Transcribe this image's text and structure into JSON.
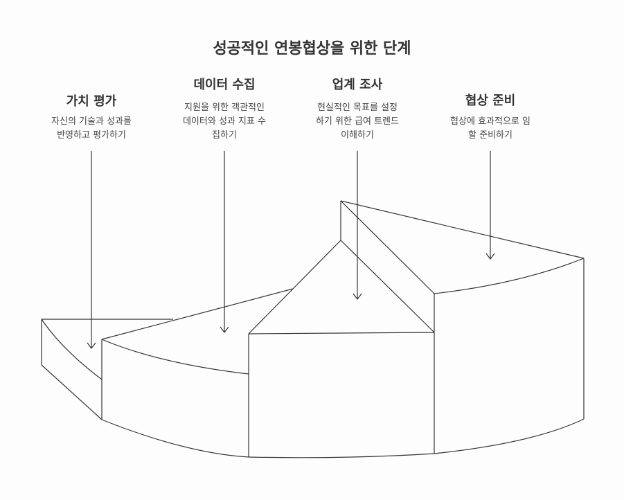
{
  "title": "성공적인 연봉협상을 위한 단계",
  "steps": [
    {
      "title": "가치 평가",
      "desc_lines": [
        "자신의 기술과 성과를",
        "반영하고 평가하기"
      ]
    },
    {
      "title": "데이터 수집",
      "desc_lines": [
        "지원을 위한 객관적인",
        "데이터와 성과 지표 수",
        "집하기"
      ]
    },
    {
      "title": "업계 조사",
      "desc_lines": [
        "현실적인 목표를 설정",
        "하기 위한 급여 트렌드",
        "이해하기"
      ]
    },
    {
      "title": "협상 준비",
      "desc_lines": [
        "협상에 효과적으로 임",
        "할 준비하기"
      ]
    }
  ],
  "colors": {
    "stroke": "#333333",
    "fill": "#fdfdfd",
    "text": "#333333"
  }
}
